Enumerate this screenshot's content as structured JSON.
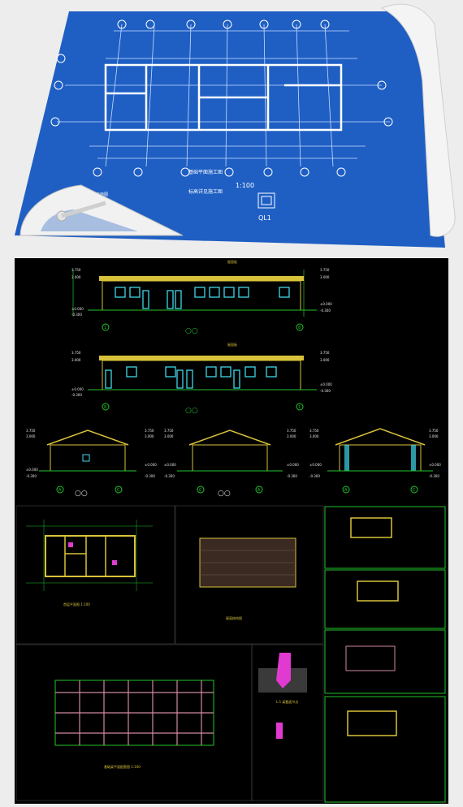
{
  "blueprint": {
    "title_line1": "基础平面施工图",
    "title_line2": "标高详见施工图",
    "scale": "1:100",
    "detail_label": "QL1",
    "corner_label": "平面图"
  },
  "elevations": {
    "grid_left": "1",
    "grid_right": "8",
    "level_top": "3.750",
    "level_eave": "3.000",
    "level_zero": "±0.000",
    "level_ground": "-0.300",
    "caption_glyph": "○○",
    "note": "屋面板"
  },
  "sections": {
    "grid_a": "A",
    "grid_c": "C"
  },
  "bottom_panels": {
    "plan_caption": "首层平面图 1:100",
    "roof_caption": "屋面结构图",
    "detail_caption": "L-1 梁截面节点",
    "foundation_caption": "基础梁平面配筋图 1:100"
  },
  "colors": {
    "blueprint_blue": "#1f5fc4",
    "cad_black": "#000000",
    "cad_green": "#22c32a",
    "cad_yellow": "#d8c23a",
    "cad_cyan": "#3fd8e8",
    "cad_magenta": "#e03ad0"
  }
}
